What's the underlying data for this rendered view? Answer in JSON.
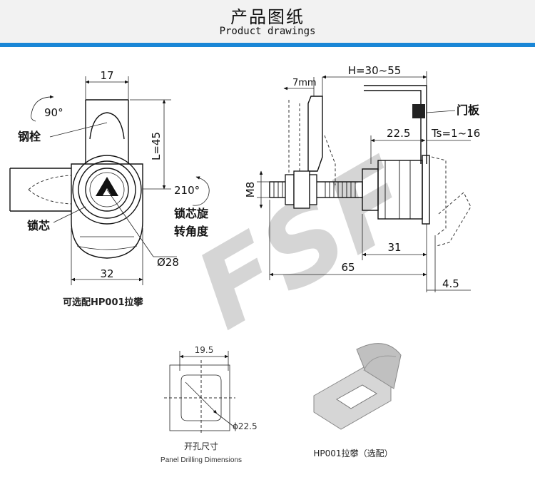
{
  "header": {
    "title": "产品图纸",
    "subtitle": "Product drawings"
  },
  "colors": {
    "header_bg": "#f2f2f2",
    "accent_bar": "#1a86d6",
    "watermark": "#c8c8c8"
  },
  "watermark": "FSF",
  "front_view": {
    "dim_width_top": "17",
    "rotation_angle": "90°",
    "label_bolt": "钢栓",
    "dim_length": "L=45",
    "rotation_range": "210°",
    "label_rotation_1": "锁芯旋",
    "label_rotation_2": "转角度",
    "label_core": "锁芯",
    "dim_diameter": "Ø28",
    "dim_width_bottom": "32",
    "note": "可选配HP001拉攀"
  },
  "side_view": {
    "dim_7mm": "7mm",
    "dim_h": "H=30~55",
    "label_door": "门板",
    "dim_22_5": "22.5",
    "dim_ts": "Ts=1~16",
    "dim_m8": "M8",
    "dim_31": "31",
    "dim_65": "65",
    "dim_4_5": "4.5"
  },
  "panel_drilling": {
    "dim_19_5": "19.5",
    "dim_diameter": "ϕ22.5",
    "label_cn": "开孔尺寸",
    "label_en": "Panel Drilling Dimensions"
  },
  "accessory": {
    "label": "HP001拉攀（选配）"
  }
}
